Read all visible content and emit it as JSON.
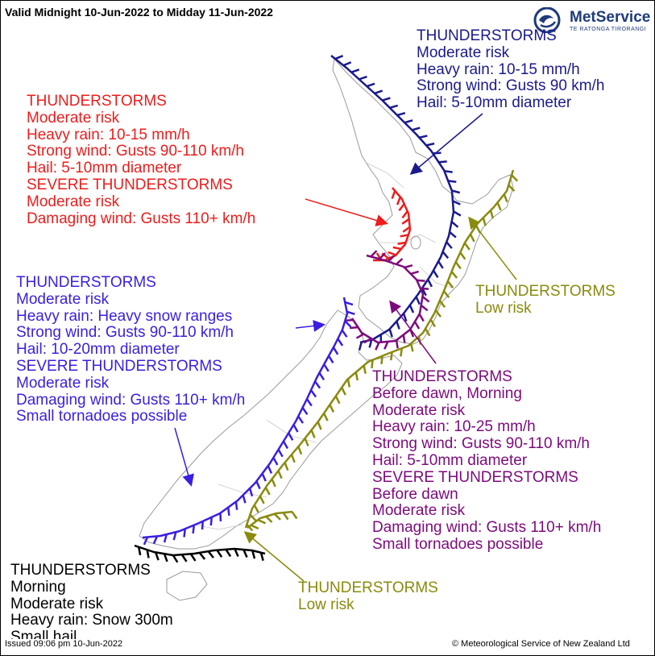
{
  "header": {
    "validity": "Valid Midnight 10-Jun-2022 to Midday 11-Jun-2022"
  },
  "logo": {
    "brand": "MetService",
    "tagline": "TE RATONGA TIRORANGI"
  },
  "legend_blocks": {
    "north_east": {
      "lines": [
        "THUNDERSTORMS",
        "Moderate risk",
        "Heavy rain: 10-15 mm/h",
        "Strong wind: Gusts 90 km/h",
        "Hail: 5-10mm diameter"
      ]
    },
    "red": {
      "lines": [
        "THUNDERSTORMS",
        "Moderate risk",
        "Heavy rain: 10-15 mm/h",
        "Strong wind: Gusts 90-110 km/h",
        "Hail: 5-10mm diameter",
        "SEVERE THUNDERSTORMS",
        "Moderate risk",
        "Damaging wind: Gusts 110+ km/h"
      ]
    },
    "blue": {
      "lines": [
        "THUNDERSTORMS",
        "Moderate risk",
        "Heavy rain: Heavy snow ranges",
        "Strong wind: Gusts 90-110 km/h",
        "Hail: 10-20mm diameter",
        "SEVERE THUNDERSTORMS",
        "Moderate risk",
        "Damaging wind: Gusts 110+ km/h",
        "Small tornadoes possible"
      ]
    },
    "olive_east": {
      "lines": [
        "THUNDERSTORMS",
        "Low risk"
      ]
    },
    "purple": {
      "lines": [
        "THUNDERSTORMS",
        "Before dawn, Morning",
        "Moderate risk",
        "Heavy rain: 10-25 mm/h",
        "Strong wind: Gusts 90-110 km/h",
        "Hail: 5-10mm diameter",
        "SEVERE THUNDERSTORMS",
        "Before dawn",
        "Moderate risk",
        "Damaging wind: Gusts 110+ km/h",
        "Small tornadoes possible"
      ]
    },
    "olive_south": {
      "lines": [
        "THUNDERSTORMS",
        "Low risk"
      ]
    },
    "black": {
      "lines": [
        "THUNDERSTORMS",
        "Morning",
        "Moderate risk",
        "Heavy rain: Snow 300m",
        "Small hail"
      ]
    }
  },
  "footer": {
    "issued": "Issued 09:06 pm 10-Jun-2022",
    "copyright": "© Meteorological Service of New Zealand Ltd"
  },
  "colors": {
    "navy": "#1a1a8c",
    "red": "#ee1c1c",
    "blue": "#3a1fe0",
    "purple": "#7d0a7d",
    "olive": "#8a8a0e",
    "black": "#000000",
    "land_outline": "#9a9a9a"
  }
}
